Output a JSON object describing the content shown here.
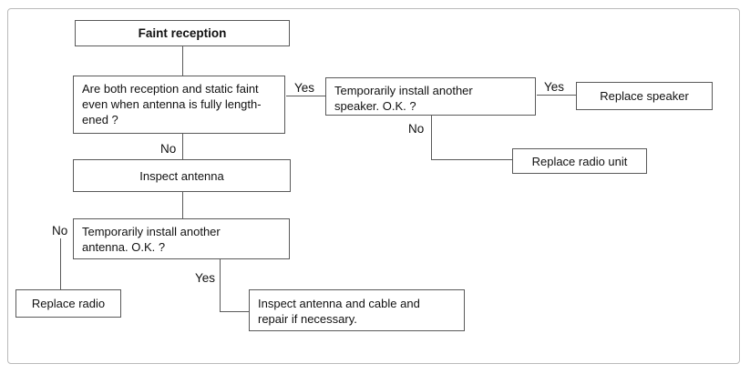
{
  "nodes": {
    "faint_reception": "Faint reception",
    "q_faint_both": "Are both reception and static faint\neven when antenna is fully length-\nened ?",
    "q_speaker": "Temporarily install another\nspeaker. O.K. ?",
    "replace_speaker": "Replace speaker",
    "replace_radio_unit": "Replace radio unit",
    "inspect_antenna": "Inspect antenna",
    "q_antenna": "Temporarily install another\nantenna. O.K. ?",
    "replace_radio": "Replace radio",
    "inspect_cable": "Inspect antenna and cable and\nrepair if necessary."
  },
  "edges": [
    {
      "from": "faint_reception",
      "to": "q_faint_both",
      "label": ""
    },
    {
      "from": "q_faint_both",
      "to": "q_speaker",
      "label": "Yes"
    },
    {
      "from": "q_speaker",
      "to": "replace_speaker",
      "label": "Yes"
    },
    {
      "from": "q_speaker",
      "to": "replace_radio_unit",
      "label": "No"
    },
    {
      "from": "q_faint_both",
      "to": "inspect_antenna",
      "label": "No"
    },
    {
      "from": "inspect_antenna",
      "to": "q_antenna",
      "label": ""
    },
    {
      "from": "q_antenna",
      "to": "replace_radio",
      "label": "No"
    },
    {
      "from": "q_antenna",
      "to": "inspect_cable",
      "label": "Yes"
    }
  ],
  "colors": {
    "box_border": "#595959",
    "connector_line": "#595959",
    "panel_border": "#bababa",
    "text": "#111111",
    "background": "#ffffff"
  }
}
